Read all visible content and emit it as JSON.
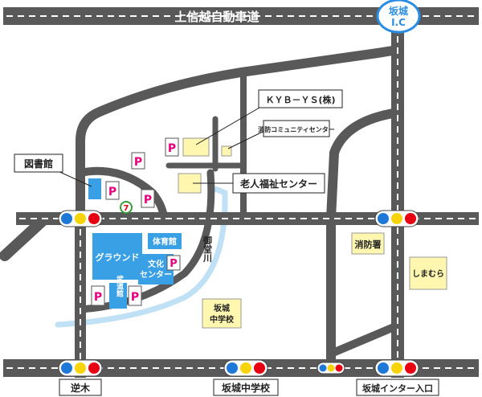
{
  "labels": {
    "highway": "上信越自動車道",
    "ic_line1": "坂城",
    "ic_line2": "I.C",
    "kyb": "ＫＹＢ－ＹＳ(株)",
    "fire_community": "消防コミュニティセンター",
    "elderly_center": "老人福祉センター",
    "library": "図書館",
    "ground": "グラウンド",
    "gym": "体育館",
    "culture_line1": "文化",
    "culture_line2": "センター",
    "budokan": "武道館",
    "river": "御堂川",
    "school_line1": "坂城",
    "school_line2": "中学校",
    "fire_station": "消防署",
    "shimamura": "しまむら",
    "parking": "P",
    "seven_eleven": "7",
    "bottom_left": "逆木",
    "bottom_mid": "坂城中学校",
    "bottom_right": "坂城インター入口"
  },
  "colors": {
    "road": "#595959",
    "road_dash": "#ffffff",
    "building_yellow": "#fff7b0",
    "building_blue": "#3aa0e6",
    "river": "#bfe0f5",
    "parking_text": "#e5007f",
    "signal_blue": "#1e78d8",
    "signal_yellow": "#f7d40a",
    "signal_red": "#e60012",
    "ic_circle": "#2a8de3"
  }
}
